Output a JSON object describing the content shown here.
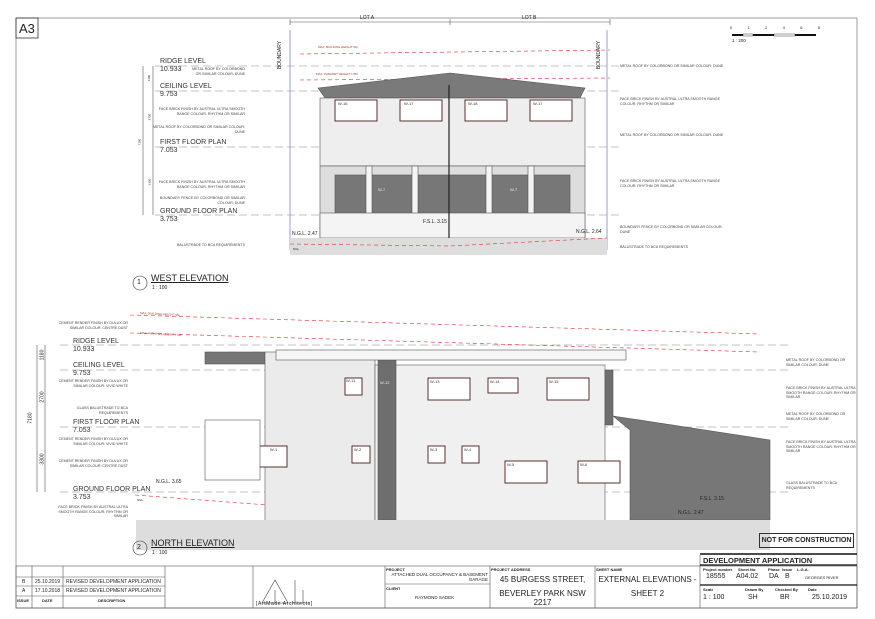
{
  "sheet_size": "A3",
  "scale_bar": {
    "ticks": [
      "0",
      "1",
      "2",
      "4",
      "6",
      "8"
    ],
    "label": "1 : 200"
  },
  "west": {
    "title": "WEST ELEVATION",
    "number": "1",
    "scale": "1 : 100",
    "lots": [
      "LOT A",
      "LOT B"
    ],
    "boundary": "BOUNDARY",
    "levels": [
      {
        "name": "RIDGE LEVEL",
        "rl": "10.933"
      },
      {
        "name": "CEILING LEVEL",
        "rl": "9.753"
      },
      {
        "name": "FIRST FLOOR PLAN",
        "rl": "7.053"
      },
      {
        "name": "GROUND FLOOR PLAN",
        "rl": "3.753"
      }
    ],
    "dims": [
      "1180",
      "2700",
      "3300",
      "7180"
    ],
    "height_lines": [
      "MAX. BUILDING HEIGHT 9M",
      "MAX. PARAPET HEIGHT 7.0M"
    ],
    "rls": [
      "N.G.L. 2.47",
      "F.S.L. 3.15",
      "N.G.L. 2.64"
    ],
    "windows": [
      "W-16",
      "W-17",
      "W-18",
      "W-17",
      "W-7",
      "W-7"
    ],
    "notes_left": [
      "METAL ROOF BY COLORBOND OR SIMILAR COLOUR: DUNE",
      "FACE BRICK FINISH BY AUSTRAL ULTRA SMOOTH RANGE COLOUR: RHYTHM OR SIMILAR",
      "METAL ROOF BY COLORBOND OR SIMILAR COLOUR: DUNE",
      "FACE BRICK FINISH BY AUSTRAL ULTRA SMOOTH RANGE COLOUR: RHYTHM OR SIMILAR",
      "BOUNDARY FENCE BY COLORBOND OR SIMILAR COLOUR: DUNE",
      "BALUSTRADE TO BCA REQUIREMENTS"
    ],
    "notes_right": [
      "METAL ROOF BY COLORBOND OR SIMILAR COLOUR: DUNE",
      "FACE BRICK FINISH BY AUSTRAL ULTRA SMOOTH RANGE COLOUR: RHYTHM OR SIMILAR",
      "METAL ROOF BY COLORBOND OR SIMILAR COLOUR: DUNE",
      "FACE BRICK FINISH BY AUSTRAL ULTRA SMOOTH RANGE COLOUR: RHYTHM OR SIMILAR",
      "BOUNDARY FENCE BY COLORBOND OR SIMILAR COLOUR: DUNE",
      "BALUSTRADE TO BCA REQUIREMENTS"
    ],
    "ngl": "NGL"
  },
  "north": {
    "title": "NORTH ELEVATION",
    "number": "2",
    "scale": "1 : 100",
    "levels": [
      {
        "name": "RIDGE LEVEL",
        "rl": "10.933"
      },
      {
        "name": "CEILING LEVEL",
        "rl": "9.753"
      },
      {
        "name": "FIRST FLOOR PLAN",
        "rl": "7.053"
      },
      {
        "name": "GROUND FLOOR PLAN",
        "rl": "3.753"
      }
    ],
    "dims": [
      "1180",
      "2700",
      "3300",
      "7180"
    ],
    "height_lines": [
      "MAX. BUILDING HEIGHT 9M",
      "MAX. PARAPET HEIGHT 7.0M"
    ],
    "rls": [
      "N.G.L. 3.65",
      "F.S.L. 3.15",
      "N.G.L. 2.47"
    ],
    "windows": [
      "W-11",
      "W-12",
      "W-13",
      "W-14",
      "W-15",
      "W-1",
      "W-2",
      "W-3",
      "W-4",
      "W-5",
      "W-6"
    ],
    "notes_left": [
      "CEMENT RENDER FINISH BY DULUX OR SIMILAR COLOUR: CENTRE DUST",
      "CEMENT RENDER FINISH BY DULUX OR SIMILAR COLOUR: VIVID WHITE",
      "GLASS BALUSTRADE TO BCA REQUIREMENTS",
      "CEMENT RENDER FINISH BY DULUX OR SIMILAR COLOUR: VIVID WHITE",
      "CEMENT RENDER FINISH BY DULUX OR SIMILAR COLOUR: CENTRE DUST",
      "FACE BRICK FINISH BY AUSTRAL ULTRA SMOOTH RANGE COLOUR: RHYTHM OR SIMILAR"
    ],
    "notes_right": [
      "METAL ROOF BY COLORBOND OR SIMILAR COLOUR: DUNE",
      "FACE BRICK FINISH BY AUSTRAL ULTRA SMOOTH RANGE COLOUR: RHYTHM OR SIMILAR",
      "METAL ROOF BY COLORBOND OR SIMILAR COLOUR: DUNE",
      "FACE BRICK FINISH BY AUSTRAL ULTRA SMOOTH RANGE COLOUR: RHYTHM OR SIMILAR",
      "GLASS BALUSTRADE TO BCA REQUIREMENTS"
    ],
    "ngl": "NGL"
  },
  "stamp": "NOT FOR CONSTRUCTION",
  "title_block": {
    "issues_header": {
      "issue": "ISSUE",
      "date": "DATE",
      "description": "DESCRIPTION"
    },
    "issues": [
      {
        "issue": "B",
        "date": "25.10.2019",
        "description": "REVISED DEVELOPMENT APPLICATION"
      },
      {
        "issue": "A",
        "date": "17.10.2018",
        "description": "REVISED DEVELOPMENT APPLICATION"
      }
    ],
    "firm": "[ArtMade Architects]",
    "project_label": "PROJECT",
    "project": "ATTACHED DUAL OCCUPANCY & BASEMENT GARAGE",
    "client_label": "CLIENT",
    "client": "RAYMOND SADEK",
    "address_label": "PROJECT ADDRESS",
    "address_1": "45 BURGESS STREET,",
    "address_2": "BEVERLEY PARK NSW 2217",
    "sheet_name_label": "SHEET NAME",
    "sheet_name_1": "EXTERNAL ELEVATIONS -",
    "sheet_name_2": "SHEET 2",
    "status": "DEVELOPMENT APPLICATION",
    "fields": {
      "project_number_label": "Project number",
      "project_number": "18555",
      "sheet_no_label": "Sheet No.",
      "sheet_no": "A04.02",
      "phase_label": "Phase",
      "phase": "DA",
      "issue_label": "Issue",
      "issue": "B",
      "lga_label": "L.G.A.",
      "lga": "GEORGES RIVER",
      "scale_label": "Scale",
      "scale": "1 : 100",
      "drawn_label": "Drawn By",
      "drawn": "SH",
      "checked_label": "Checked By",
      "checked": "BR",
      "date_label": "Date",
      "date": "25.10.2019"
    }
  }
}
